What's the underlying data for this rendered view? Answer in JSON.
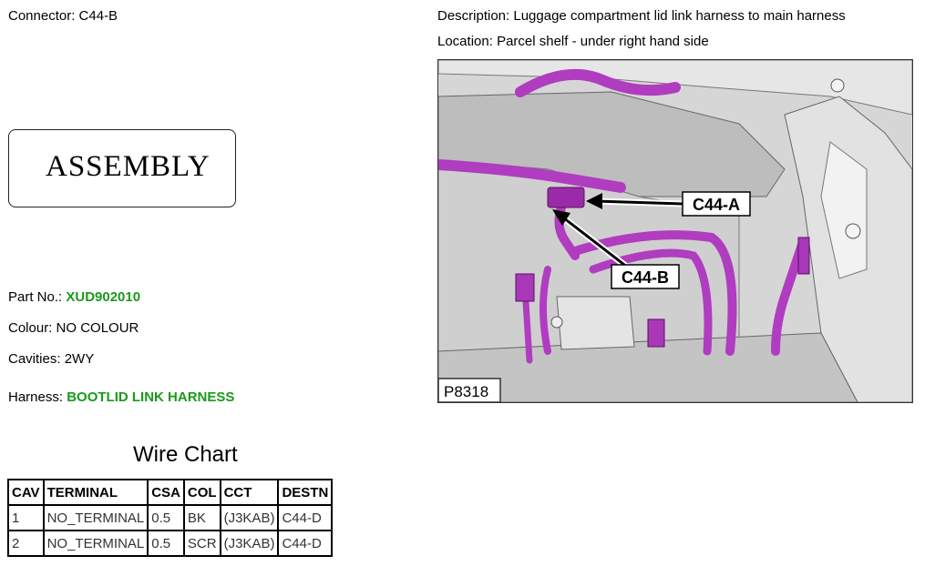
{
  "connector": {
    "label": "Connector:",
    "value": "C44-B"
  },
  "description": {
    "label": "Description:",
    "value": "Luggage compartment lid link harness to main harness"
  },
  "location": {
    "label": "Location:",
    "value": "Parcel shelf - under right hand side"
  },
  "assembly": {
    "text": "ASSEMBLY"
  },
  "part_no": {
    "label": "Part No.:",
    "value": "XUD902010"
  },
  "colour": {
    "label": "Colour:",
    "value": "NO COLOUR"
  },
  "cavities": {
    "label": "Cavities:",
    "value": "2WY"
  },
  "harness": {
    "label": "Harness:",
    "value": "BOOTLID LINK HARNESS"
  },
  "wire_chart": {
    "title": "Wire Chart",
    "headers": [
      "CAV",
      "TERMINAL",
      "CSA",
      "COL",
      "CCT",
      "DESTN"
    ],
    "rows": [
      [
        "1",
        "NO_TERMINAL",
        "0.5",
        "BK",
        "(J3KAB)",
        "C44-D"
      ],
      [
        "2",
        "NO_TERMINAL",
        "0.5",
        "SCR",
        "(J3KAB)",
        "C44-D"
      ]
    ]
  },
  "photo": {
    "callout_a": "C44-A",
    "callout_b": "C44-B",
    "ref": "P8318"
  },
  "colors": {
    "accent_green": "#1a9a1a",
    "harness_magenta": "#b03cc0"
  }
}
